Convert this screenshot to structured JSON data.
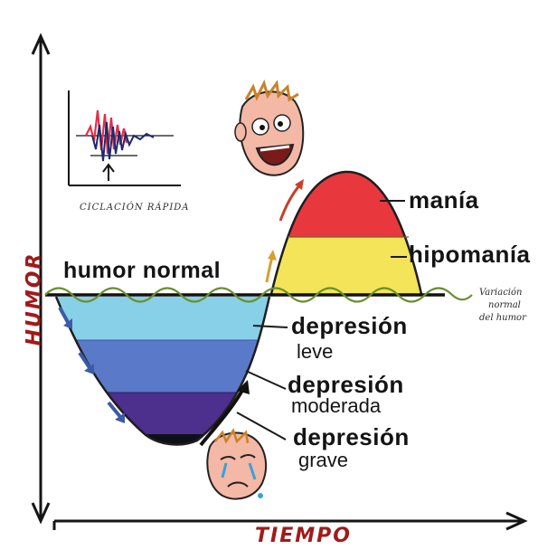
{
  "axes": {
    "y_label": "HUMOR",
    "x_label": "TIEMPO"
  },
  "inset": {
    "caption": "CICLACIÓN RÁPIDA"
  },
  "labels": {
    "humor_normal": "humor normal",
    "mania": "manía",
    "hipomania": "hipomanía",
    "depresion_leve_1": "depresión",
    "depresion_leve_2": "leve",
    "depresion_moderada_1": "depresión",
    "depresion_moderada_2": "moderada",
    "depresion_grave_1": "depresión",
    "depresion_grave_2": "grave",
    "variacion_1": "Variación",
    "variacion_2": "normal",
    "variacion_3": "del humor"
  },
  "colors": {
    "mania": "#e8383e",
    "hipomania": "#f3e45a",
    "depresion_leve": "#88d0e8",
    "depresion_moderada": "#5a79c8",
    "depresion_grave": "#4d2f8e",
    "axis_title": "#a11a1a",
    "wave": "#6a8f2e"
  }
}
